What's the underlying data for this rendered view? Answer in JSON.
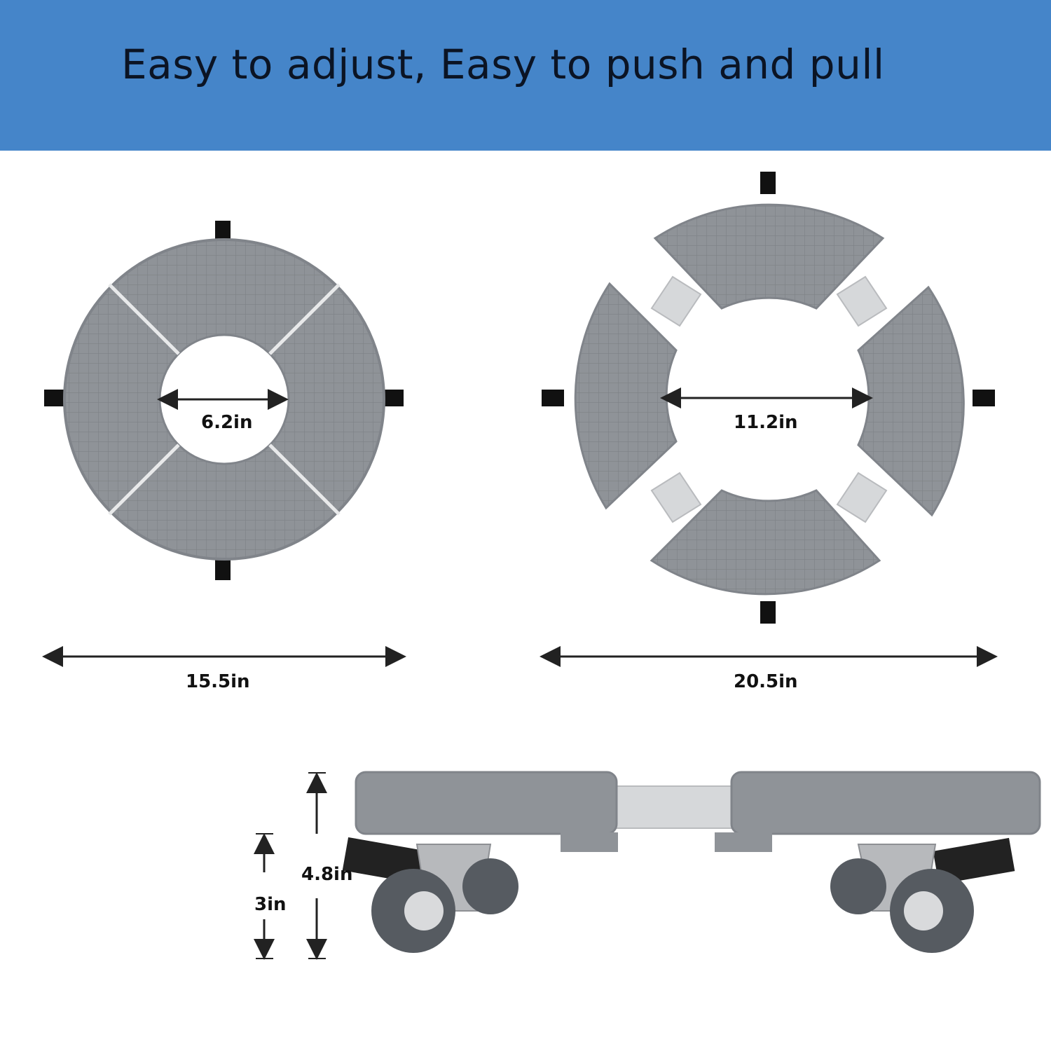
{
  "banner": {
    "title": "Easy to adjust, Easy to push and pull",
    "color": "#4585c9"
  },
  "product": {
    "body_color": "#8f9398",
    "bar_color": "#d6d8da",
    "caster_color": "#111111"
  },
  "dimensions": {
    "inner_closed": "6.2in",
    "inner_open": "11.2in",
    "outer_closed": "15.5in",
    "outer_open": "20.5in",
    "wheel_height": "3in",
    "total_height": "4.8in"
  }
}
